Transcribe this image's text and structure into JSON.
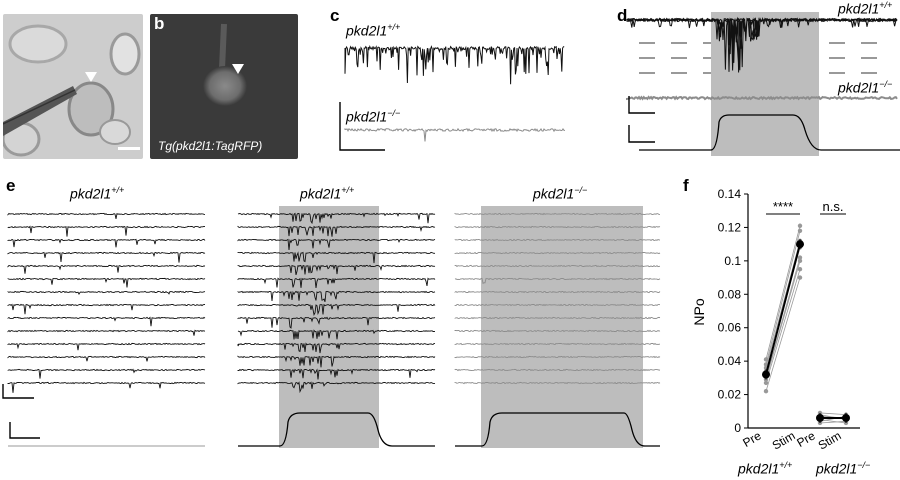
{
  "panels": {
    "a": {
      "label": "a"
    },
    "b": {
      "label": "b",
      "caption": "Tg(pkd2l1:TagRFP)"
    },
    "c": {
      "label": "c",
      "wt_label": "pkd2l1",
      "wt_sup": "+/+",
      "ko_label": "pkd2l1",
      "ko_sup": "−/−"
    },
    "d": {
      "label": "d",
      "wt_label": "pkd2l1",
      "wt_sup": "+/+",
      "ko_label": "pkd2l1",
      "ko_sup": "−/−"
    },
    "e": {
      "label": "e",
      "col1_label": "pkd2l1",
      "col1_sup": "+/+",
      "col2_label": "pkd2l1",
      "col2_sup": "+/+",
      "col3_label": "pkd2l1",
      "col3_sup": "−/−"
    },
    "f": {
      "label": "f"
    }
  },
  "colors": {
    "wt_trace": "#111111",
    "ko_trace": "#8c8c8c",
    "stim_shade": "#bdbdbd",
    "micro_bg_a": "#c9c9c9",
    "micro_bg_b": "#3a3a3a"
  },
  "chart_data": {
    "type": "scatter",
    "ylabel": "NPo",
    "ylim": [
      0,
      0.14
    ],
    "yticks": [
      "0",
      "0.02",
      "0.04",
      "0.06",
      "0.08",
      "0.1",
      "0.12",
      "0.14"
    ],
    "categories": [
      "Pre",
      "Stim",
      "Pre",
      "Stim"
    ],
    "group_labels": [
      {
        "text": "pkd2l1",
        "sup": "+/+"
      },
      {
        "text": "pkd2l1",
        "sup": "−/−"
      }
    ],
    "significance": [
      "****",
      "n.s."
    ],
    "series": [
      {
        "values": [
          0.032,
          0.11
        ]
      },
      {
        "values": [
          0.006,
          0.006
        ]
      }
    ],
    "individual_pairs_wt": [
      [
        0.022,
        0.09
      ],
      [
        0.027,
        0.095
      ],
      [
        0.03,
        0.102
      ],
      [
        0.034,
        0.108
      ],
      [
        0.036,
        0.112
      ],
      [
        0.038,
        0.118
      ],
      [
        0.041,
        0.121
      ],
      [
        0.029,
        0.1
      ]
    ],
    "individual_pairs_ko": [
      [
        0.003,
        0.004
      ],
      [
        0.005,
        0.003
      ],
      [
        0.007,
        0.006
      ],
      [
        0.009,
        0.008
      ],
      [
        0.004,
        0.007
      ],
      [
        0.008,
        0.005
      ]
    ]
  }
}
